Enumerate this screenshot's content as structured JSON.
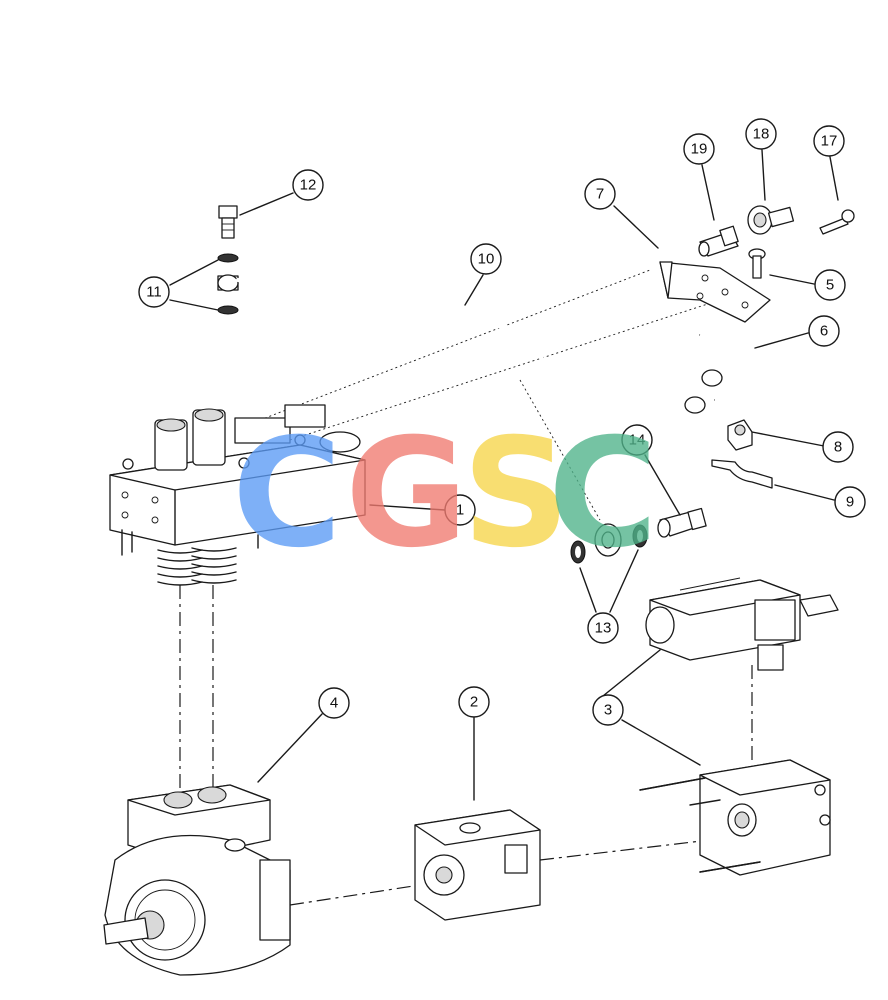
{
  "callouts": [
    {
      "id": "1",
      "label": "1"
    },
    {
      "id": "2",
      "label": "2"
    },
    {
      "id": "3",
      "label": "3"
    },
    {
      "id": "4",
      "label": "4"
    },
    {
      "id": "5",
      "label": "5"
    },
    {
      "id": "6",
      "label": "6"
    },
    {
      "id": "7",
      "label": "7"
    },
    {
      "id": "8",
      "label": "8"
    },
    {
      "id": "9",
      "label": "9"
    },
    {
      "id": "10",
      "label": "10"
    },
    {
      "id": "11",
      "label": "11"
    },
    {
      "id": "12",
      "label": "12"
    },
    {
      "id": "13",
      "label": "13"
    },
    {
      "id": "14",
      "label": "14"
    },
    {
      "id": "17",
      "label": "17"
    },
    {
      "id": "18",
      "label": "18"
    },
    {
      "id": "19",
      "label": "19"
    }
  ],
  "watermark": {
    "letters": [
      "C",
      "G",
      "S",
      "C"
    ],
    "colors": [
      "#5b9bf5",
      "#f07a70",
      "#f7d64a",
      "#4fb38a"
    ]
  }
}
